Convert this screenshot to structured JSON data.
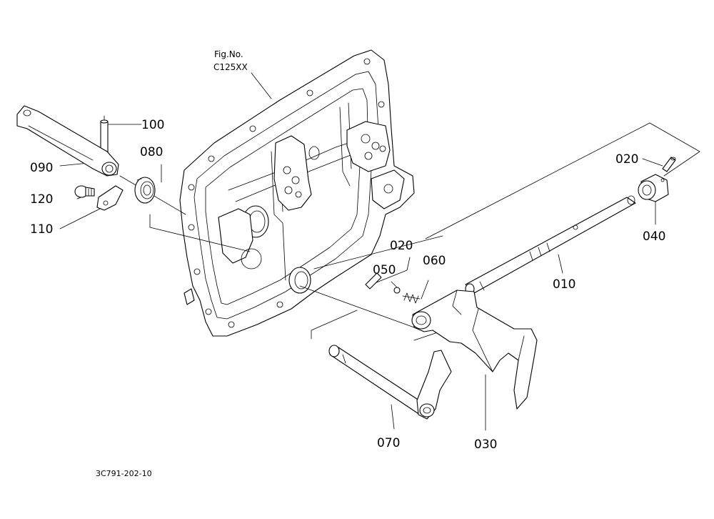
{
  "figure": {
    "fig_no_label": "Fig.No.",
    "fig_no_value": "C125XX",
    "drawing_code": "3C791-202-10"
  },
  "parts": [
    {
      "id": "100"
    },
    {
      "id": "080"
    },
    {
      "id": "090"
    },
    {
      "id": "120"
    },
    {
      "id": "110"
    },
    {
      "id": "020"
    },
    {
      "id": "050"
    },
    {
      "id": "060"
    },
    {
      "id": "020"
    },
    {
      "id": "040"
    },
    {
      "id": "010"
    },
    {
      "id": "070"
    },
    {
      "id": "030"
    }
  ]
}
